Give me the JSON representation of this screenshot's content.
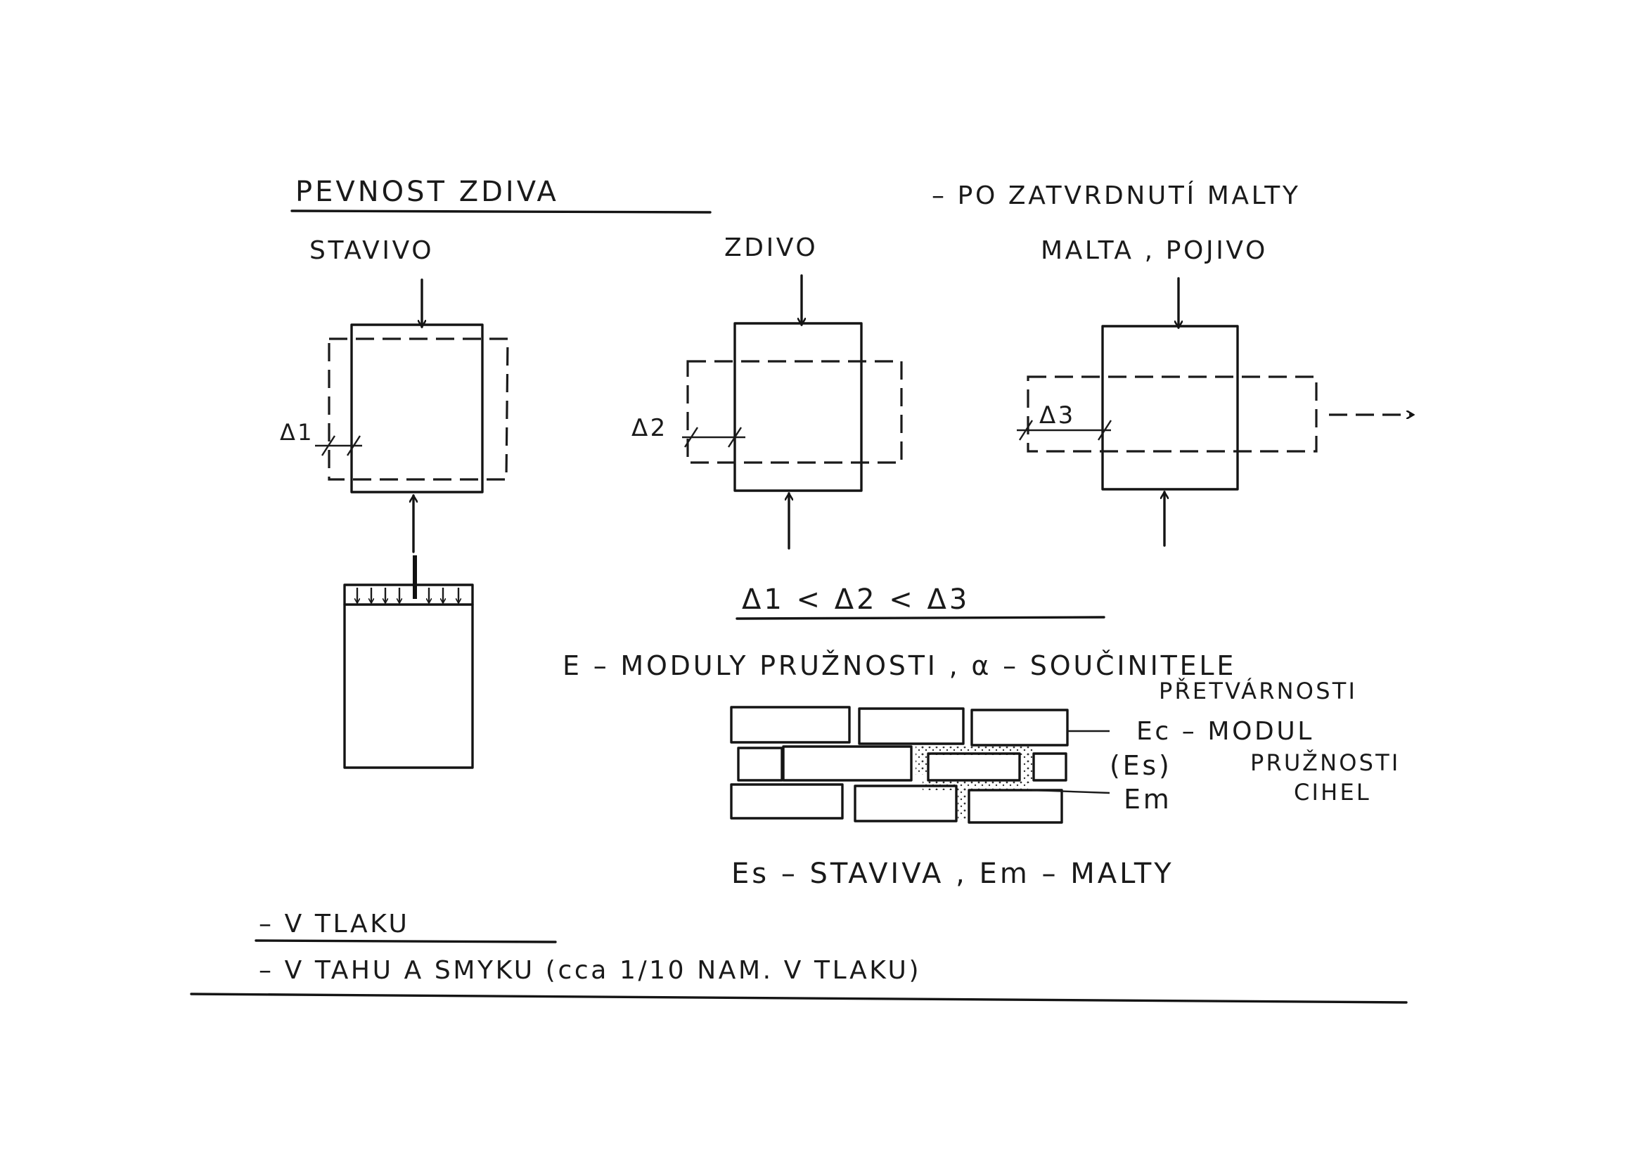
{
  "title": "PEVNOST ZDIVA",
  "subtitle": "– PO ZATVRDNUTÍ MALTY",
  "panels": {
    "stavivo": "STAVIVO",
    "zdivo": "ZDIVO",
    "malta": "MALTA , POJIVO"
  },
  "deltas": {
    "d1": "Δ1",
    "d2": "Δ2",
    "d3": "Δ3"
  },
  "inequality": "Δ1  <  Δ2  <  Δ3",
  "moduli": {
    "line1": "E – MODULY PRUŽNOSTI , α – SOUČINITELE",
    "line2": "PŘETVÁRNOSTI"
  },
  "masonry_labels": {
    "ec": "Ec – MODUL",
    "es": "(Es)",
    "pruznosti": "PRUŽNOSTI",
    "cihel": "CIHEL",
    "em": "Em"
  },
  "legend_line": "Es – STAVIVA , Em – MALTY",
  "bottom": {
    "line1": "– V TLAKU",
    "line2": "– V TAHU  A  SMYKU  (cca 1/10 NAM. V TLAKU)"
  },
  "colors": {
    "ink": "#141414",
    "paper": "#ffffff"
  }
}
